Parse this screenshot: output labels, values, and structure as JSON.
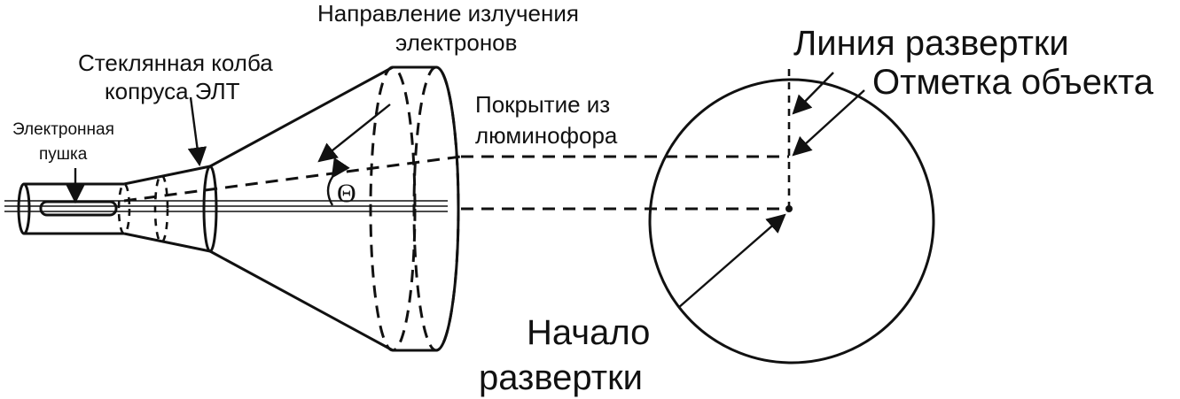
{
  "labels": {
    "electron_gun": [
      "Электронная",
      "пушка"
    ],
    "glass_bulb": [
      "Стеклянная колба",
      "копруса ЭЛТ"
    ],
    "emission_direction": [
      "Направление излучения",
      "электронов"
    ],
    "phosphor_coating": [
      "Покрытие из",
      "люминофора"
    ],
    "theta": "Θ",
    "scan_line": "Линия развертки",
    "target_mark": "Отметка объекта",
    "scan_start": [
      "Начало",
      "развертки"
    ]
  }
}
